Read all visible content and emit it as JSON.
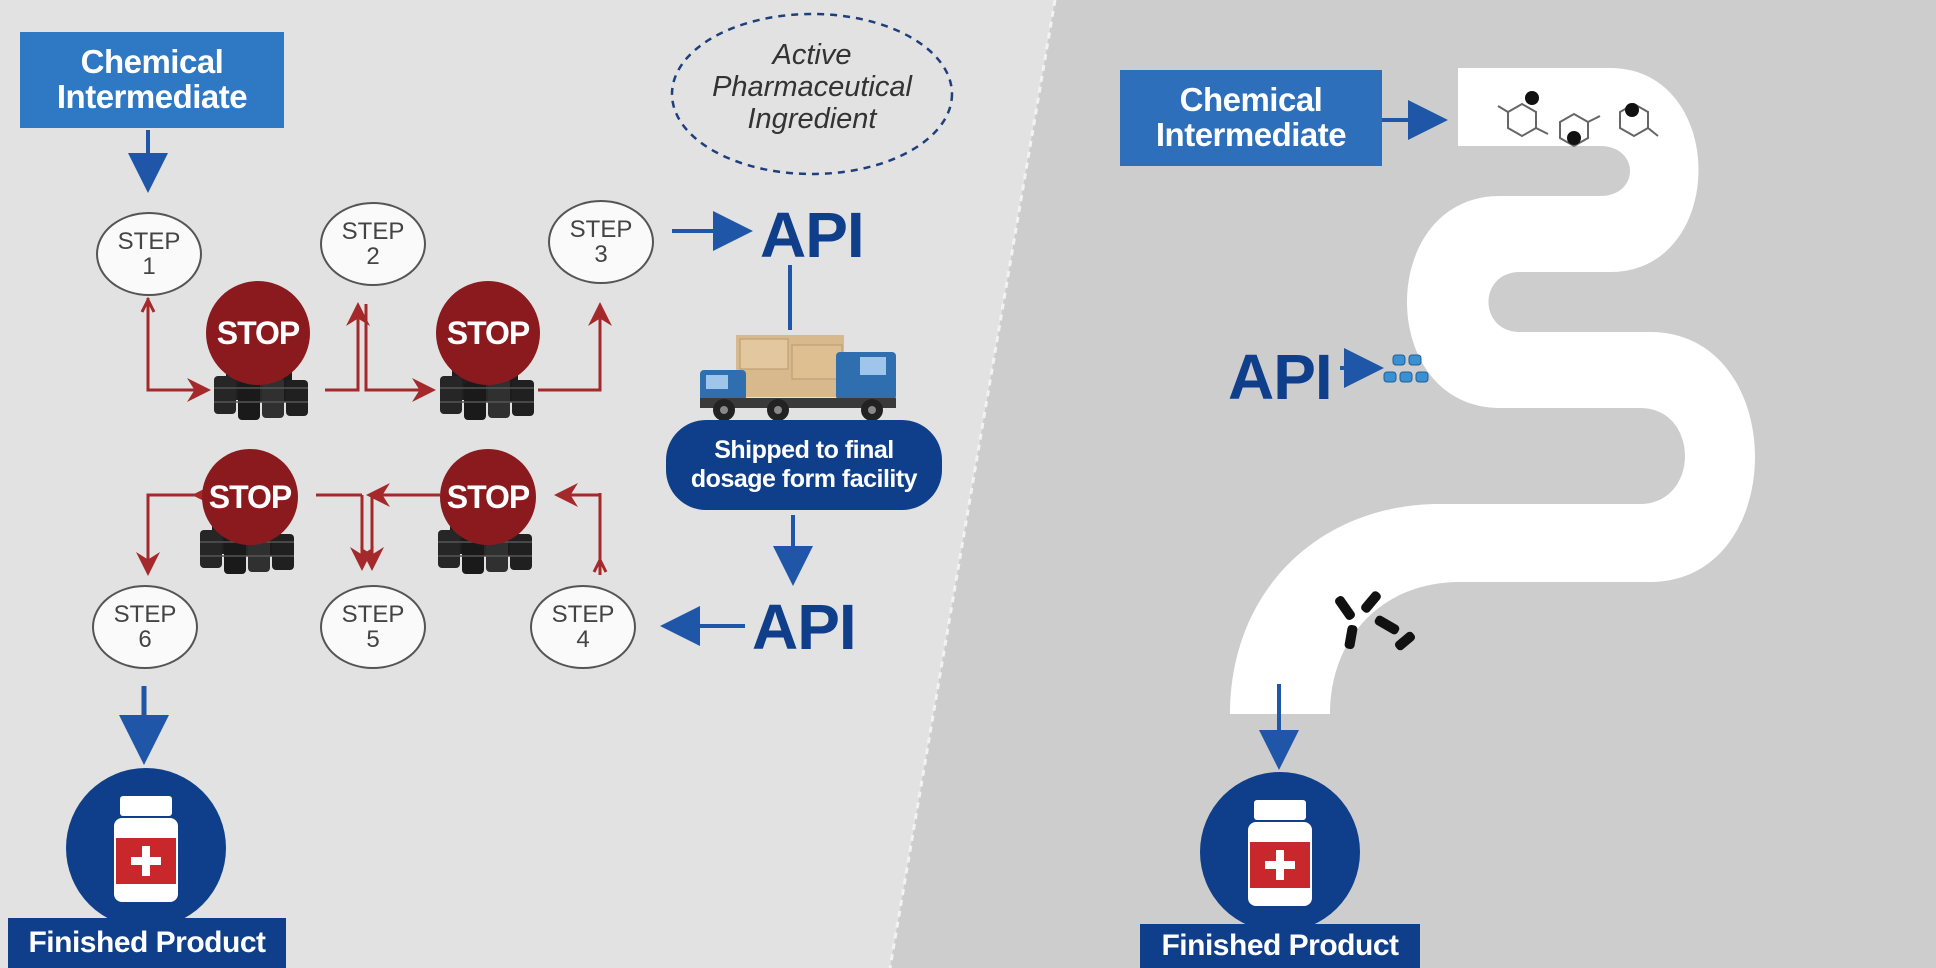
{
  "left": {
    "chemical_intermediate": "Chemical\nIntermediate",
    "active_pharmaceutical_ingredient": "Active\nPharmaceutical\nIngredient",
    "api_top": "API",
    "api_bottom": "API",
    "shipped_label": "Shipped to final\ndosage form facility",
    "steps": [
      {
        "word": "STEP",
        "num": "1"
      },
      {
        "word": "STEP",
        "num": "2"
      },
      {
        "word": "STEP",
        "num": "3"
      },
      {
        "word": "STEP",
        "num": "4"
      },
      {
        "word": "STEP",
        "num": "5"
      },
      {
        "word": "STEP",
        "num": "6"
      }
    ],
    "stop_label": "STOP",
    "finished_product": "Finished Product"
  },
  "right": {
    "chemical_intermediate": "Chemical\nIntermediate",
    "api": "API",
    "finished_product": "Finished Product"
  },
  "colors": {
    "left_bg": "#e2e2e2",
    "right_bg": "#cdcdcd",
    "blue_box": "#2f78c4",
    "navy": "#0f3f8a",
    "stop_red": "#8b1a1f",
    "flow_red": "#a5282b",
    "flow_blue": "#1f56a8",
    "tube_white": "#ffffff"
  },
  "icons": [
    "medicine-bottle-icon",
    "truck-icon",
    "drum-barrels-icon",
    "molecule-icon",
    "tablet-icon"
  ]
}
